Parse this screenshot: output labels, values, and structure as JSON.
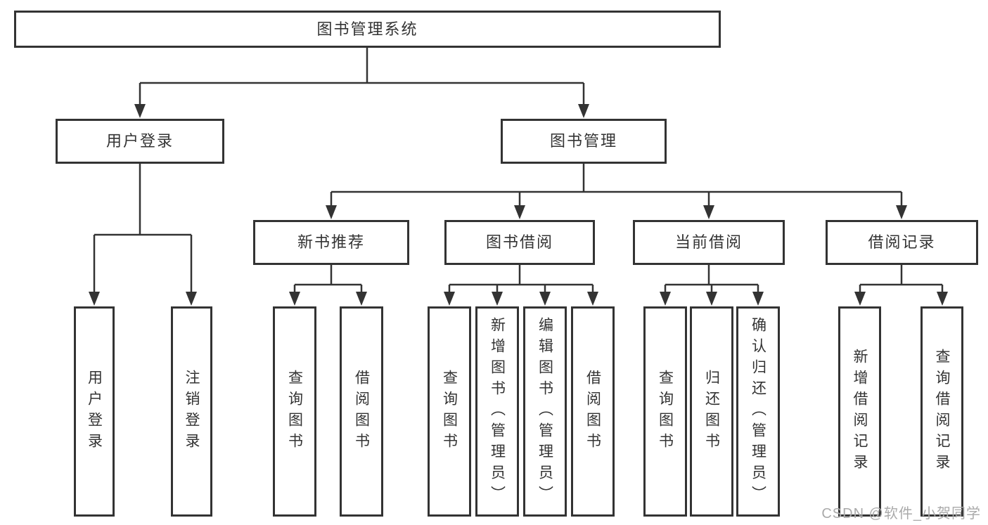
{
  "tree": {
    "label": "图书管理系统",
    "children": [
      {
        "label": "用户登录",
        "children": [
          {
            "label": "用户登录"
          },
          {
            "label": "注销登录"
          }
        ]
      },
      {
        "label": "图书管理",
        "children": [
          {
            "label": "新书推荐",
            "children": [
              {
                "label": "查询图书"
              },
              {
                "label": "借阅图书"
              }
            ]
          },
          {
            "label": "图书借阅",
            "children": [
              {
                "label": "查询图书"
              },
              {
                "label": "新增图书（管理员）"
              },
              {
                "label": "编辑图书（管理员）"
              },
              {
                "label": "借阅图书"
              }
            ]
          },
          {
            "label": "当前借阅",
            "children": [
              {
                "label": "查询图书"
              },
              {
                "label": "归还图书"
              },
              {
                "label": "确认归还（管理员）"
              }
            ]
          },
          {
            "label": "借阅记录",
            "children": [
              {
                "label": "新增借阅记录"
              },
              {
                "label": "查询借阅记录"
              }
            ]
          }
        ]
      }
    ]
  },
  "watermark": {
    "text": "CSDN @软件_小贺同学"
  },
  "colors": {
    "line": "#333333",
    "box_border": "#333333",
    "text": "#333333",
    "background": "#ffffff",
    "watermark": "#aaaaaa"
  }
}
